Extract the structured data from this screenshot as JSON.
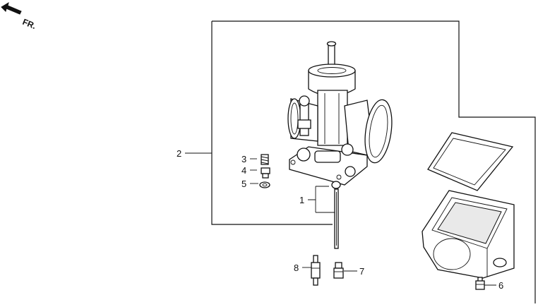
{
  "direction_label": "FR.",
  "callouts": [
    {
      "id": "1",
      "label": "1"
    },
    {
      "id": "2",
      "label": "2"
    },
    {
      "id": "3",
      "label": "3"
    },
    {
      "id": "4",
      "label": "4"
    },
    {
      "id": "5",
      "label": "5"
    },
    {
      "id": "6",
      "label": "6"
    },
    {
      "id": "7",
      "label": "7"
    },
    {
      "id": "8",
      "label": "8"
    }
  ]
}
